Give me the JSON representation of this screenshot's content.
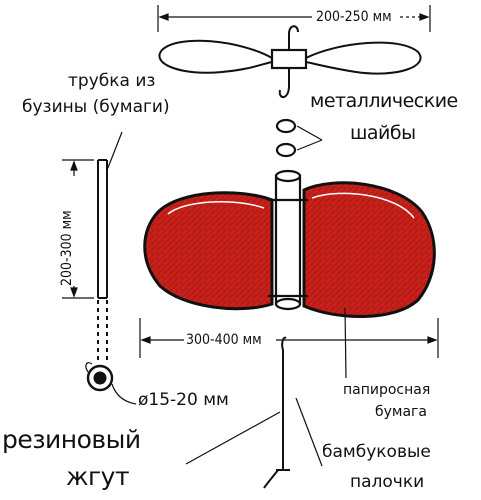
{
  "dimensions": {
    "propeller_span": "200-250 мм",
    "tube_length": "200-300 мм",
    "wing_span": "300-400 мм",
    "tube_diameter": "ø15-20 мм"
  },
  "labels": {
    "tube_line1": "трубка из",
    "tube_line2": "бузины (бумаги)",
    "washers_line1": "металлические",
    "washers_line2": "шайбы",
    "paper_line1": "папиросная",
    "paper_line2": "бумага",
    "rubber_line1": "резиновый",
    "rubber_line2": "жгут",
    "sticks_line1": "бамбуковые",
    "sticks_line2": "палочки"
  },
  "colors": {
    "ink": "#111111",
    "wing_fill": "#c8201a",
    "wing_dark": "#8c1410"
  }
}
